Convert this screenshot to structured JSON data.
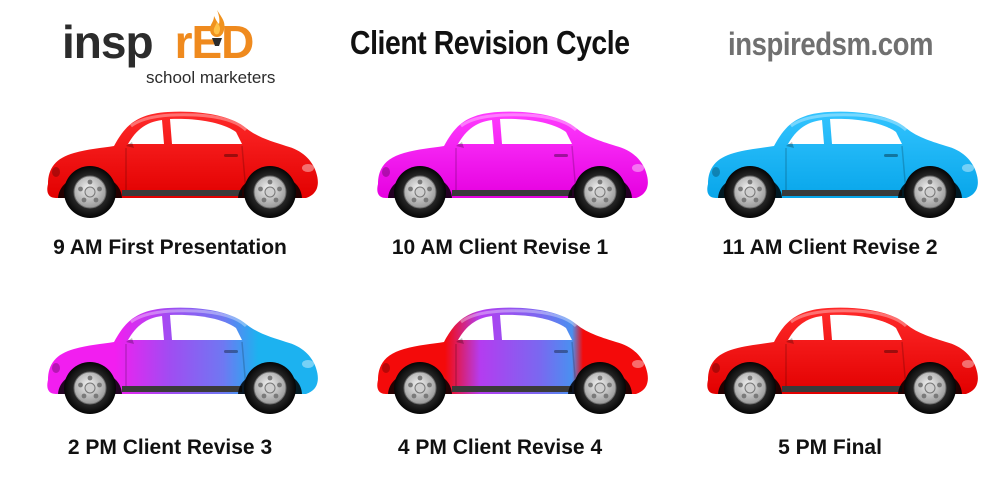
{
  "header": {
    "logo": {
      "main_part1": "insp",
      "main_part2": "rED",
      "sub": "school marketers",
      "icon": "flame-torch-icon"
    },
    "title": "Client Revision Cycle",
    "website": "inspiredsm.com"
  },
  "colors": {
    "red": "#f40a0a",
    "magenta": "#f41cf0",
    "blue": "#1cb2f0",
    "purple": "#7a5ef0",
    "brand_orange": "#ef8a1e"
  },
  "cars": [
    {
      "label": "9 AM First Presentation",
      "icon": "car-icon",
      "paint": "red"
    },
    {
      "label": "10 AM Client Revise 1",
      "icon": "car-icon",
      "paint": "magenta"
    },
    {
      "label": "11 AM Client Revise 2",
      "icon": "car-icon",
      "paint": "blue"
    },
    {
      "label": "2 PM Client Revise 3",
      "icon": "car-icon",
      "paint": "magenta-purple-blue"
    },
    {
      "label": "4 PM Client Revise 4",
      "icon": "car-icon",
      "paint": "red-purple-blue-red"
    },
    {
      "label": "5 PM Final",
      "icon": "car-icon",
      "paint": "red"
    }
  ]
}
